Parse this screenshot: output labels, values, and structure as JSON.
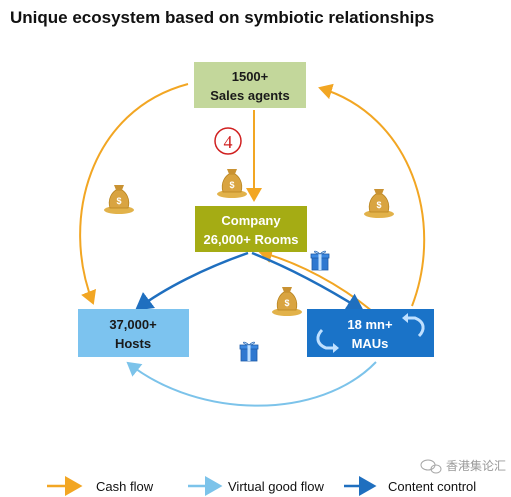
{
  "title": "Unique ecosystem based on symbiotic relationships",
  "nodes": {
    "sales_agents": {
      "line1": "1500+",
      "line2": "Sales agents"
    },
    "company": {
      "line1": "Company",
      "line2": "26,000+ Rooms"
    },
    "hosts": {
      "line1": "37,000+",
      "line2": "Hosts"
    },
    "maus": {
      "line1": "18 mn+",
      "line2": "MAUs"
    }
  },
  "step_marker": "4",
  "legend": {
    "cash_flow": "Cash flow",
    "virtual_good_flow": "Virtual good flow",
    "content_control": "Content control"
  },
  "watermark": "香港集论汇",
  "colors": {
    "cash_flow": "#f2a623",
    "virtual_good_flow": "#7cc3ea",
    "content_control": "#1f6fbf",
    "sales_box": "#c3d79b",
    "company_box": "#a5ac14",
    "hosts_box": "#7cc3ef",
    "maus_box": "#1a73c8"
  }
}
